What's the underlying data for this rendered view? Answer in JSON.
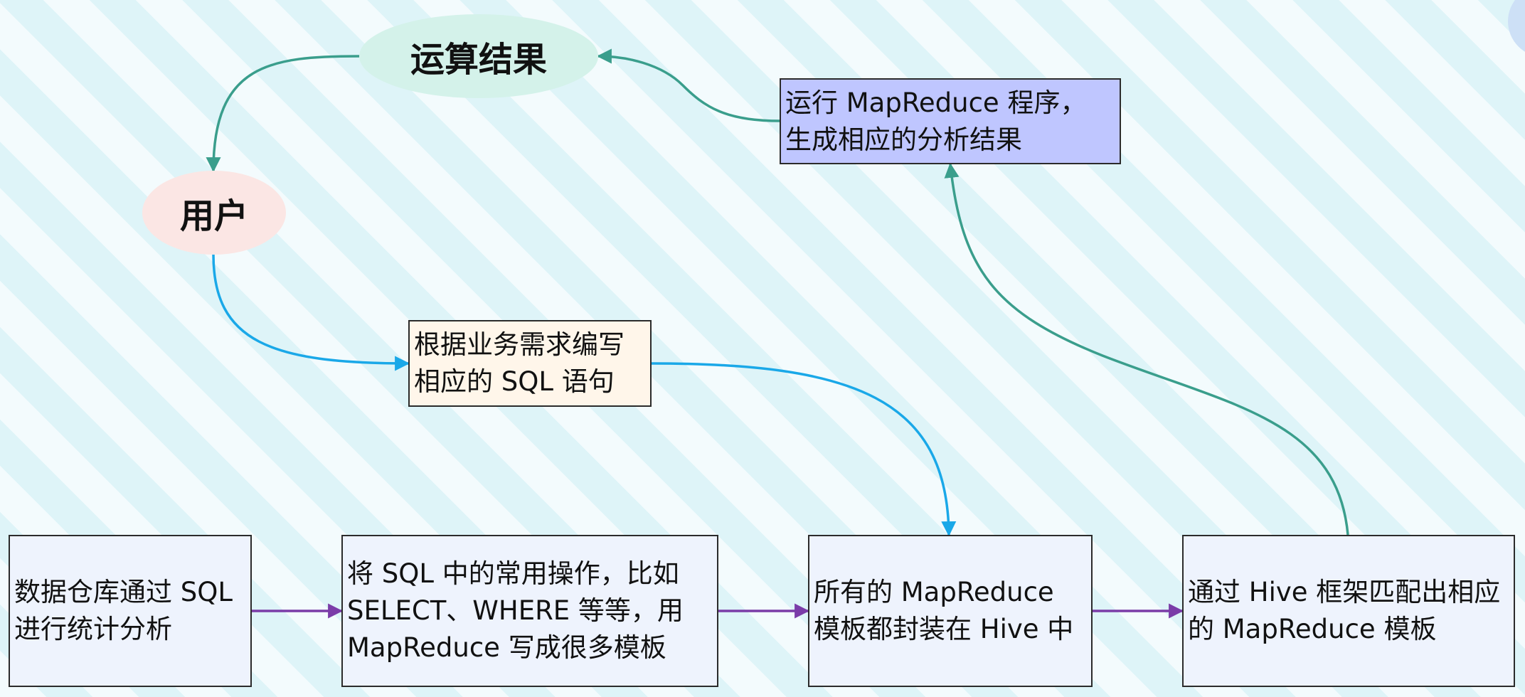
{
  "diagram": {
    "nodes": {
      "result": {
        "label": "运算结果",
        "fill": "#d4f2ea",
        "shape": "ellipse"
      },
      "user": {
        "label": "用户",
        "fill": "#fbe6e4",
        "shape": "ellipse"
      },
      "mapreduce_run": {
        "label": "运行 MapReduce 程序，\n生成相应的分析结果",
        "fill": "#bfc6ff",
        "shape": "box"
      },
      "write_sql": {
        "label": "根据业务需求编写\n相应的 SQL 语句",
        "fill": "#fff6ea",
        "shape": "box"
      },
      "warehouse": {
        "label": "数据仓库通过 SQL\n进行统计分析",
        "fill": "#eef3fd",
        "shape": "box"
      },
      "templates": {
        "label": "将 SQL 中的常用操作，比如\nSELECT、WHERE 等等，用\nMapReduce 写成很多模板",
        "fill": "#eef3fd",
        "shape": "box"
      },
      "encapsulated": {
        "label": "所有的 MapReduce\n模板都封装在 Hive 中",
        "fill": "#eef3fd",
        "shape": "box"
      },
      "match": {
        "label": "通过 Hive 框架匹配出相应\n的 MapReduce 模板",
        "fill": "#eef3fd",
        "shape": "box"
      }
    },
    "edges": [
      {
        "from": "result",
        "to": "user",
        "color": "#3a9e8c"
      },
      {
        "from": "user",
        "to": "write_sql",
        "color": "#1aa8e8"
      },
      {
        "from": "write_sql",
        "to": "encapsulated",
        "color": "#1aa8e8"
      },
      {
        "from": "warehouse",
        "to": "templates",
        "color": "#7a3ca8"
      },
      {
        "from": "templates",
        "to": "encapsulated",
        "color": "#7a3ca8"
      },
      {
        "from": "encapsulated",
        "to": "match",
        "color": "#7a3ca8"
      },
      {
        "from": "match",
        "to": "mapreduce_run",
        "color": "#3a9e8c"
      },
      {
        "from": "mapreduce_run",
        "to": "result",
        "color": "#3a9e8c"
      }
    ],
    "colors": {
      "background": "#f3fbfd",
      "stripe": "#def4f8",
      "border": "#2b2b2b"
    }
  }
}
